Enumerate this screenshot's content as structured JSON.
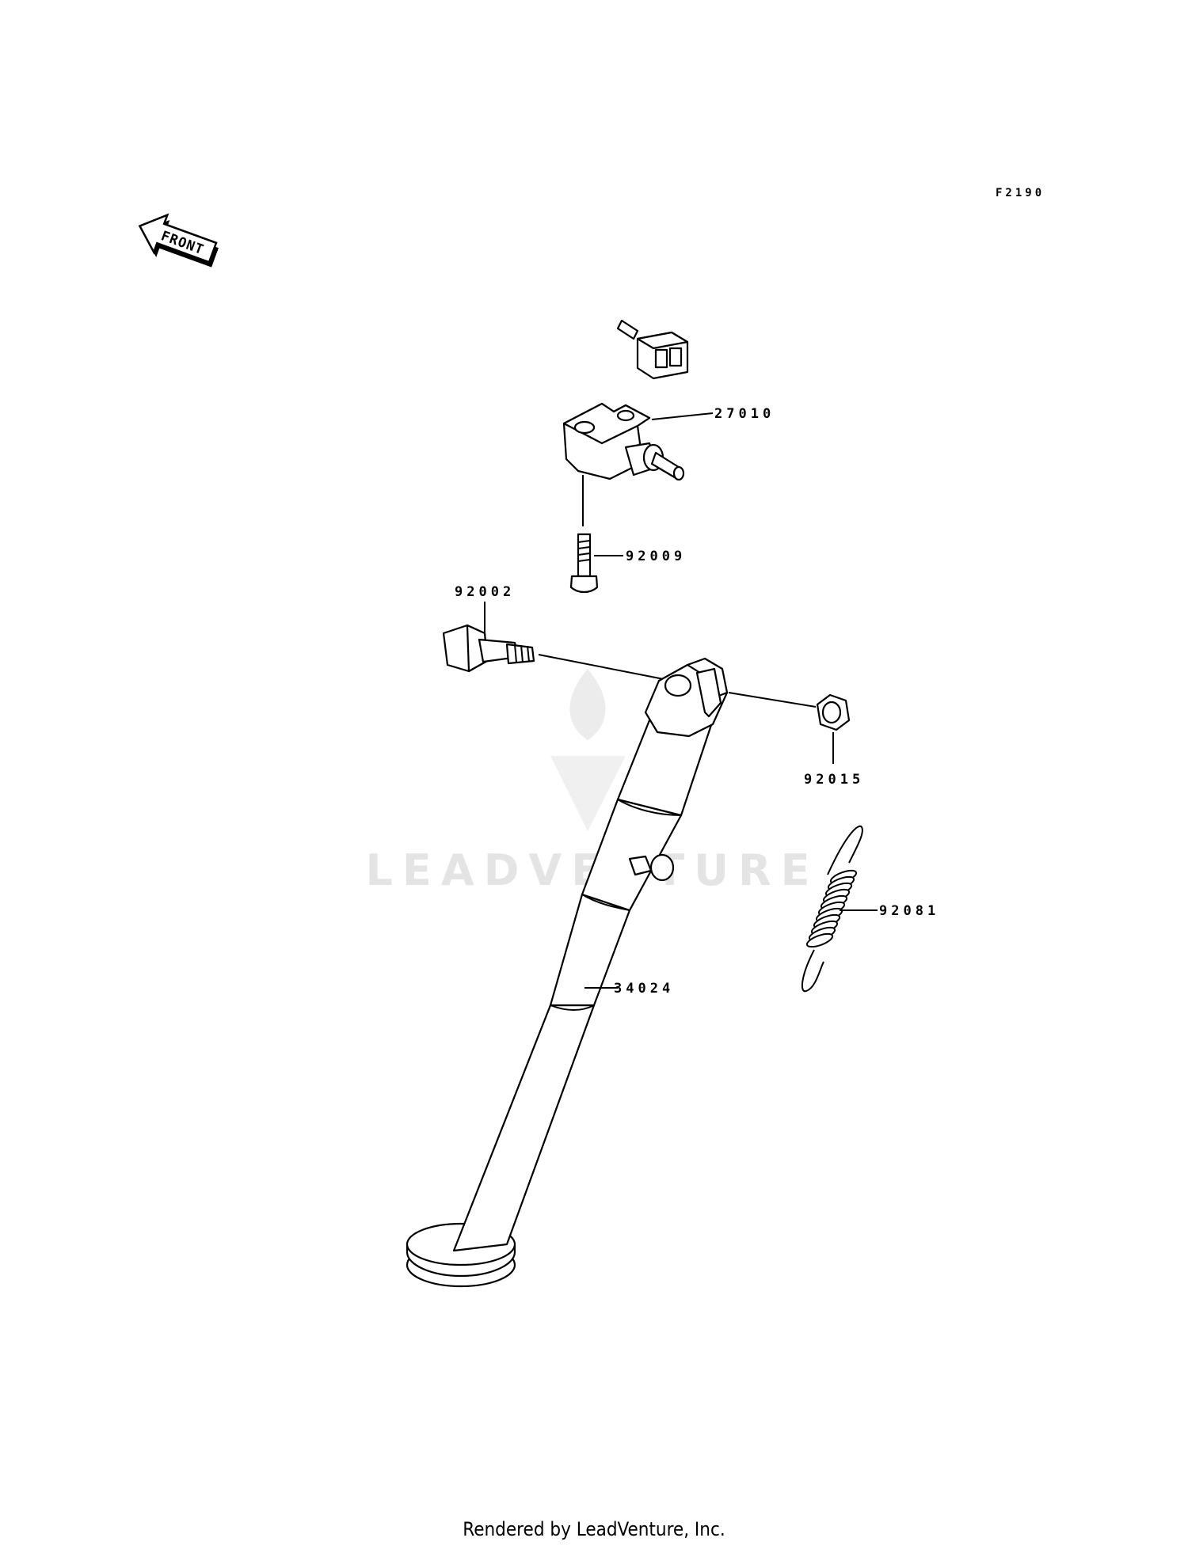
{
  "diagram_code": "F2190",
  "front_arrow_label": "FRONT",
  "watermark": "LEADVENTURE",
  "footer": "Rendered by LeadVenture, Inc.",
  "parts": [
    {
      "number": "27010"
    },
    {
      "number": "92009"
    },
    {
      "number": "92002"
    },
    {
      "number": "92015"
    },
    {
      "number": "92081"
    },
    {
      "number": "34024"
    }
  ]
}
